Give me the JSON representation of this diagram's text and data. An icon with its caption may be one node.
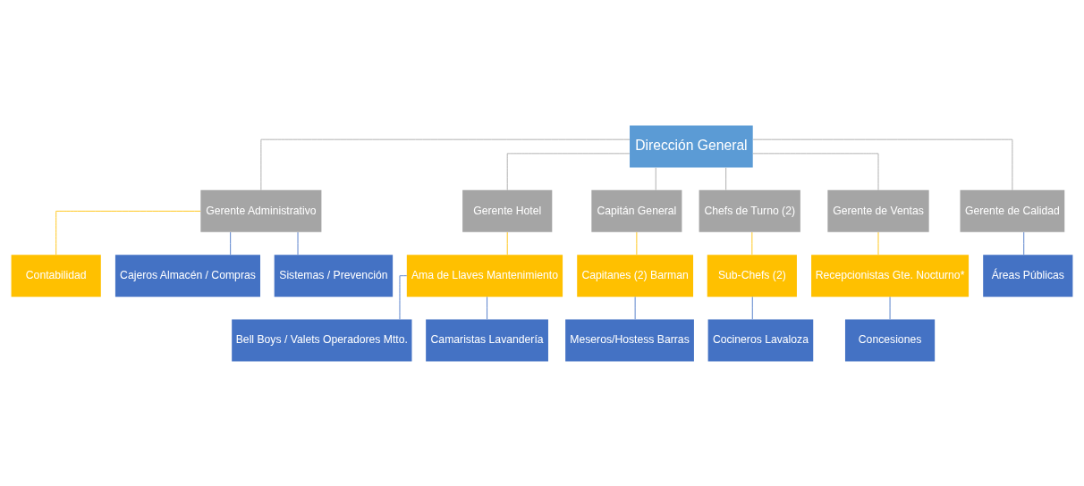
{
  "diagram": {
    "nodes": [
      {
        "text": [
          "Dirección General"
        ]
      },
      {
        "text": [
          "Gerente Administrativo"
        ]
      },
      {
        "text": [
          "Gerente Hotel"
        ]
      },
      {
        "text": [
          "Capitán General"
        ]
      },
      {
        "text": [
          "Chefs de Turno (2)"
        ]
      },
      {
        "text": [
          "Gerente de Ventas"
        ]
      },
      {
        "text": [
          "Gerente de Calidad"
        ]
      },
      {
        "text": [
          "Contabilidad"
        ]
      },
      {
        "text": [
          "Cajeros Almacén / Compras"
        ]
      },
      {
        "text": [
          "Sistemas / Prevención"
        ]
      },
      {
        "text": [
          "Ama de Llaves Mantenimiento"
        ]
      },
      {
        "text": [
          "Bell Boys / Valets Operadores Mtto."
        ]
      },
      {
        "text": [
          "Camaristas Lavandería"
        ]
      },
      {
        "text": [
          "Capitanes (2) Barman"
        ]
      },
      {
        "text": [
          "Meseros/Hostess Barras"
        ]
      },
      {
        "text": [
          "Sub-Chefs (2)"
        ]
      },
      {
        "text": [
          "Cocineros Lavaloza"
        ]
      },
      {
        "text": [
          "Recepcionistas Gte. Nocturno*"
        ]
      },
      {
        "text": [
          "Concesiones"
        ]
      },
      {
        "text": [
          "Áreas Públicas"
        ]
      }
    ],
    "edges": [
      {
        "from": 0,
        "to": 1,
        "arrow": "none",
        "color": "#a5a5a5"
      },
      {
        "from": 0,
        "to": 2,
        "arrow": "none",
        "color": "#a5a5a5"
      },
      {
        "from": 0,
        "to": 3,
        "arrow": "none",
        "color": "#a5a5a5"
      },
      {
        "from": 0,
        "to": 4,
        "arrow": "none",
        "color": "#a5a5a5"
      },
      {
        "from": 0,
        "to": 5,
        "arrow": "none",
        "color": "#a5a5a5"
      },
      {
        "from": 0,
        "to": 6,
        "arrow": "none",
        "color": "#a5a5a5"
      },
      {
        "from": 1,
        "to": 7,
        "arrow": "none",
        "color": "#ffc000"
      },
      {
        "from": 1,
        "to": 8,
        "arrow": "none"
      },
      {
        "from": 1,
        "to": 9,
        "arrow": "none"
      },
      {
        "from": 2,
        "to": 10,
        "arrow": "none",
        "color": "#ffc000"
      },
      {
        "from": 10,
        "to": 11,
        "arrow": "none"
      },
      {
        "from": 10,
        "to": 12,
        "arrow": "none"
      },
      {
        "from": 3,
        "to": 13,
        "arrow": "none",
        "color": "#ffc000"
      },
      {
        "from": 13,
        "to": 14,
        "arrow": "none"
      },
      {
        "from": 4,
        "to": 15,
        "arrow": "none",
        "color": "#ffc000"
      },
      {
        "from": 15,
        "to": 16,
        "arrow": "none"
      },
      {
        "from": 5,
        "to": 17,
        "arrow": "none",
        "color": "#ffc000"
      },
      {
        "from": 17,
        "to": 18,
        "arrow": "none"
      },
      {
        "from": 6,
        "to": 19,
        "arrow": "none"
      }
    ]
  }
}
